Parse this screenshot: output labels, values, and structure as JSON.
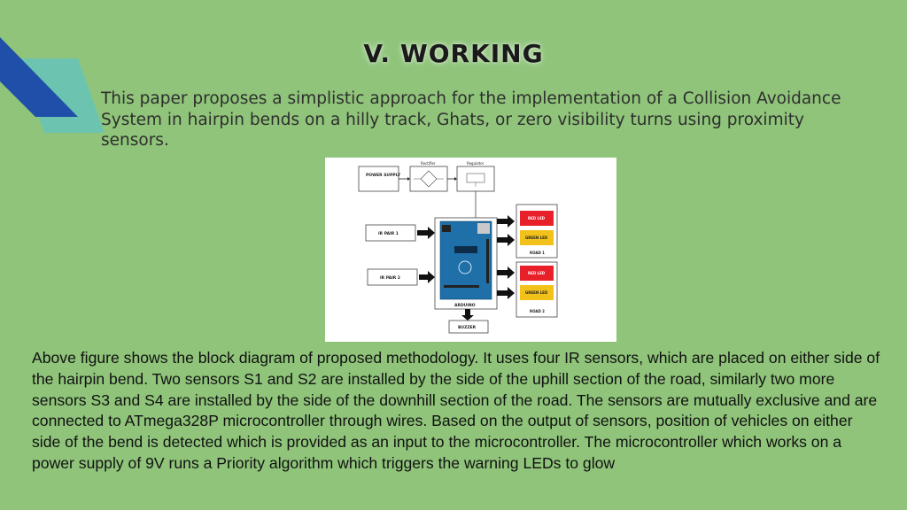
{
  "slide": {
    "title": "V. WORKING",
    "intro": "This paper proposes a simplistic approach for the implementation of a Collision Avoidance System in hairpin bends on a hilly track, Ghats, or zero visibility turns using proximity sensors.",
    "body": "Above figure shows the block diagram of proposed methodology. It uses four IR sensors, which are placed on either side of the hairpin bend. Two sensors S1 and S2 are installed by the side of the uphill section of the road, similarly two more sensors S3 and S4 are installed by the side of the downhill section of the road. The sensors are mutually exclusive and are connected to ATmega328P microcontroller through wires. Based on the output of sensors, position of vehicles on either side of the bend is detected which is provided as an input to the microcontroller. The microcontroller which works on a power supply of 9V runs a Priority algorithm which triggers the warning LEDs to glow"
  },
  "diagram": {
    "power_supply": "POWER SUPPLY",
    "rectifier": "Rectifier",
    "regulator": "Regulator",
    "ir_pair_1": "IR PAIR 1",
    "ir_pair_2": "IR PAIR 2",
    "arduino": "ARDUINO",
    "buzzer": "BUZZER",
    "road_1": {
      "red": "RED LED",
      "green": "GREEN LED",
      "label": "ROAD 1"
    },
    "road_2": {
      "red": "RED LED",
      "green": "GREEN LED",
      "label": "ROAD 2"
    }
  },
  "colors": {
    "background": "#8fc47a",
    "accent_blue": "#1f4fa8",
    "accent_teal": "#6cc4b0",
    "red_led": "#e8202a",
    "green_led": "#f2c21a"
  }
}
